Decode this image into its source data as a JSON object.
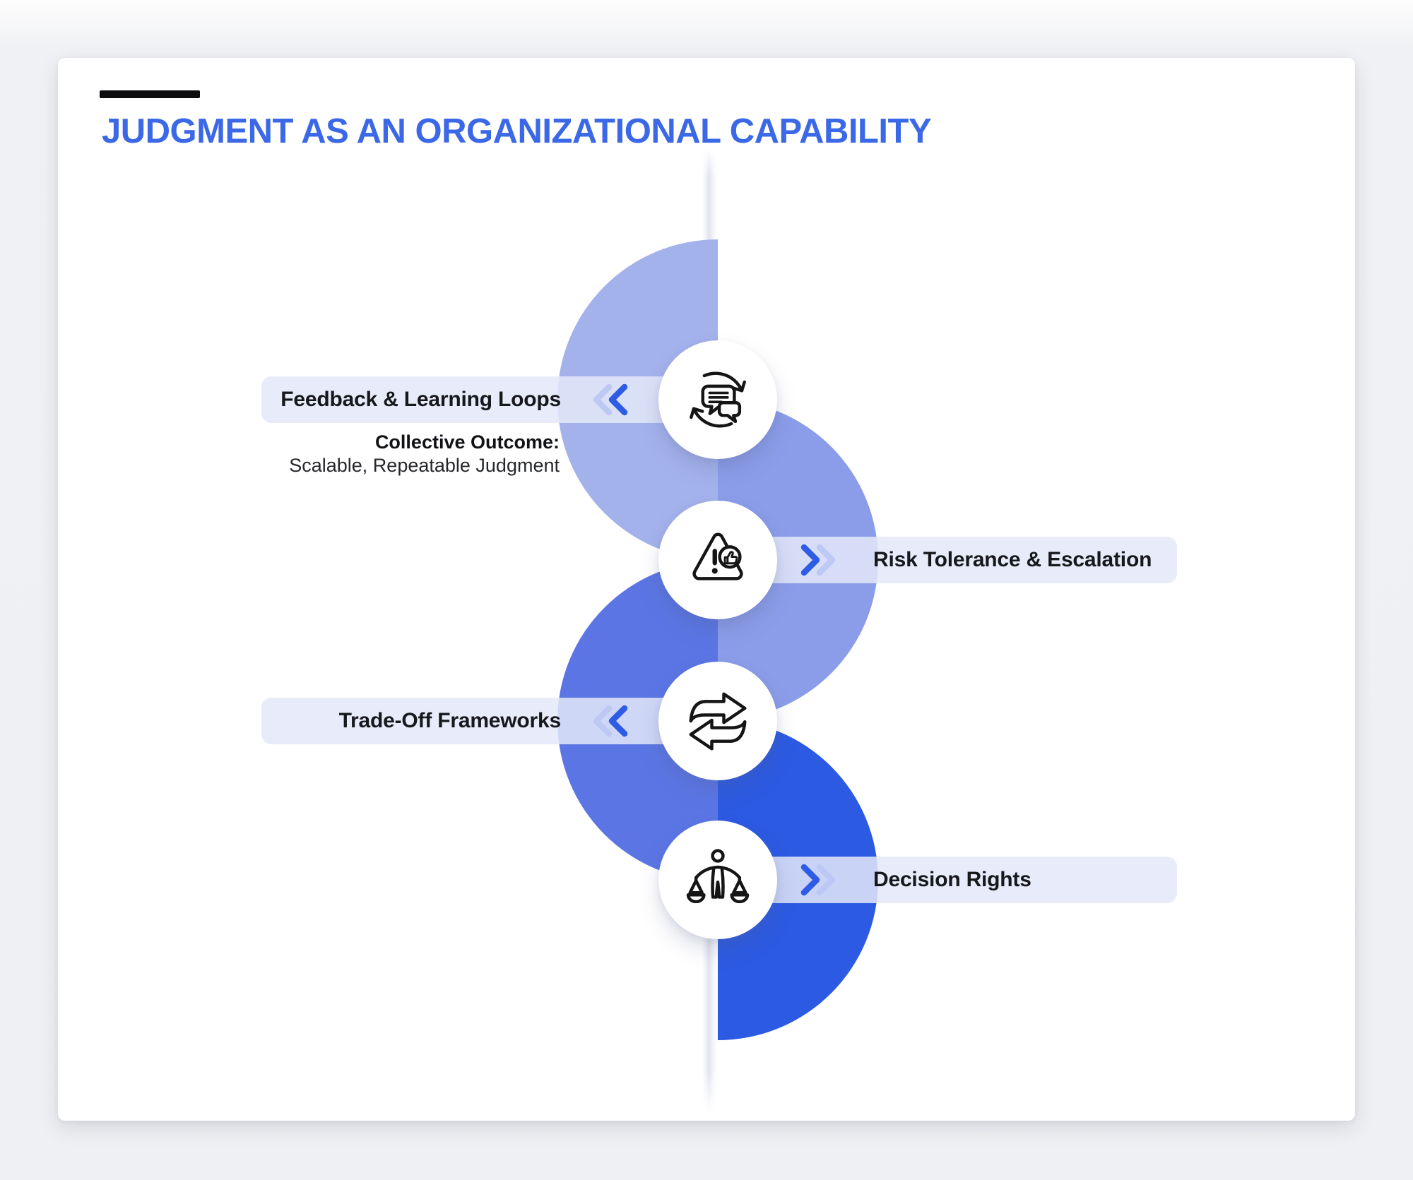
{
  "title": {
    "text": "JUDGMENT AS AN ORGANIZATIONAL CAPABILITY"
  },
  "colors": {
    "title": "#3b68e6",
    "chevron_dark": "#2e5ce4",
    "chevron_light": "#bdc9f4",
    "pill_bg": "rgba(228,233,249,0.85)",
    "semicircles": [
      "#a4b2ec",
      "#8b9de9",
      "#5b76e4",
      "#2c5ae2"
    ]
  },
  "items": [
    {
      "label": "Feedback & Learning Loops",
      "side": "left",
      "icon": "feedback-loop-icon"
    },
    {
      "label": "Risk Tolerance & Escalation",
      "side": "right",
      "icon": "risk-warning-thumbs-up-icon"
    },
    {
      "label": "Trade-Off Frameworks",
      "side": "left",
      "icon": "trade-off-arrows-icon"
    },
    {
      "label": "Decision Rights",
      "side": "right",
      "icon": "person-balance-scales-icon"
    }
  ],
  "outcome": {
    "heading": "Collective Outcome:",
    "line": "Scalable, Repeatable Judgment"
  }
}
